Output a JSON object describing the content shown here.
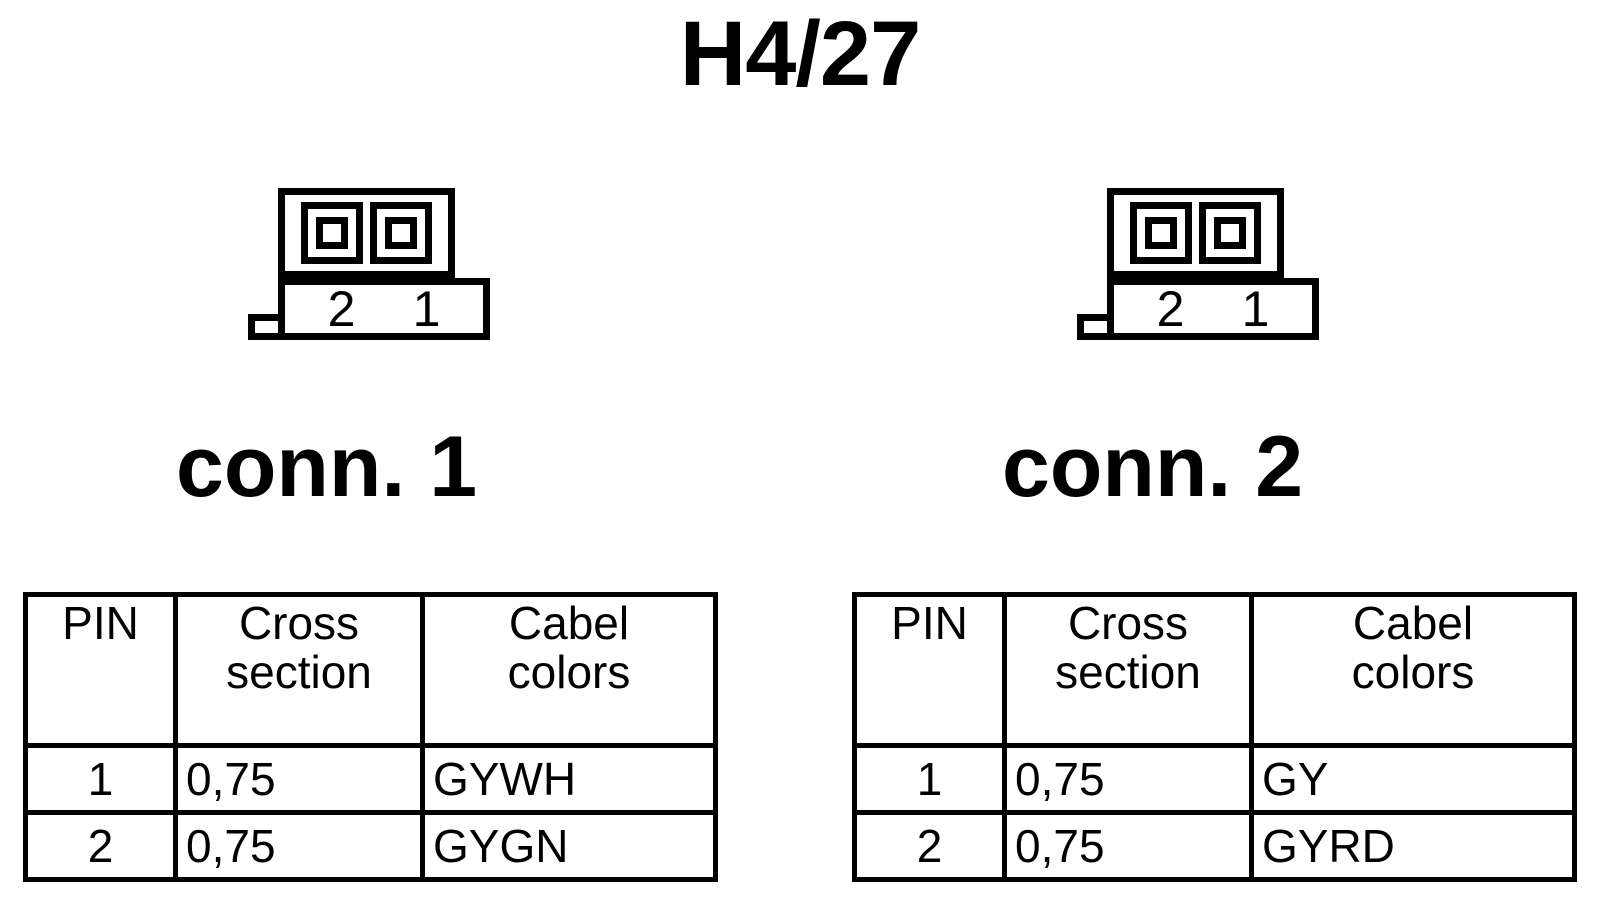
{
  "title": "H4/27",
  "connectors": [
    {
      "label": "conn. 2",
      "symbol": {
        "pin_numbers": [
          "2",
          "1"
        ],
        "pin_count": 2
      },
      "table": {
        "headers": [
          "PIN",
          "Cross section",
          "Cabel colors"
        ],
        "rows": [
          {
            "pin": "1",
            "cross_section": "0,75",
            "cable_color": "GYWH"
          },
          {
            "pin": "2",
            "cross_section": "0,75",
            "cable_color": "GYGN"
          }
        ]
      }
    },
    {
      "label": "conn. 1",
      "symbol": {
        "pin_numbers": [
          "2",
          "1"
        ],
        "pin_count": 2
      },
      "table": {
        "headers": [
          "PIN",
          "Cross section",
          "Cabel colors"
        ],
        "rows": [
          {
            "pin": "1",
            "cross_section": "0,75",
            "cable_color": "GY"
          },
          {
            "pin": "2",
            "cross_section": "0,75",
            "cable_color": "GYRD"
          }
        ]
      }
    }
  ],
  "left": {
    "label": "conn. 1",
    "symbol_pins": [
      "2",
      "1"
    ],
    "headers": {
      "pin": "PIN",
      "cross1": "Cross",
      "cross2": "section",
      "cab1": "Cabel",
      "cab2": "colors"
    },
    "rows": [
      {
        "pin": "1",
        "cs": "0,75",
        "color": "GYWH"
      },
      {
        "pin": "2",
        "cs": "0,75",
        "color": "GYGN"
      }
    ]
  },
  "right": {
    "label": "conn. 2",
    "symbol_pins": [
      "2",
      "1"
    ],
    "headers": {
      "pin": "PIN",
      "cross1": "Cross",
      "cross2": "section",
      "cab1": "Cabel",
      "cab2": "colors"
    },
    "rows": [
      {
        "pin": "1",
        "cs": "0,75",
        "color": "GY"
      },
      {
        "pin": "2",
        "cs": "0,75",
        "color": "GYRD"
      }
    ]
  },
  "colors": {
    "ink": "#000000",
    "paper": "#ffffff"
  }
}
